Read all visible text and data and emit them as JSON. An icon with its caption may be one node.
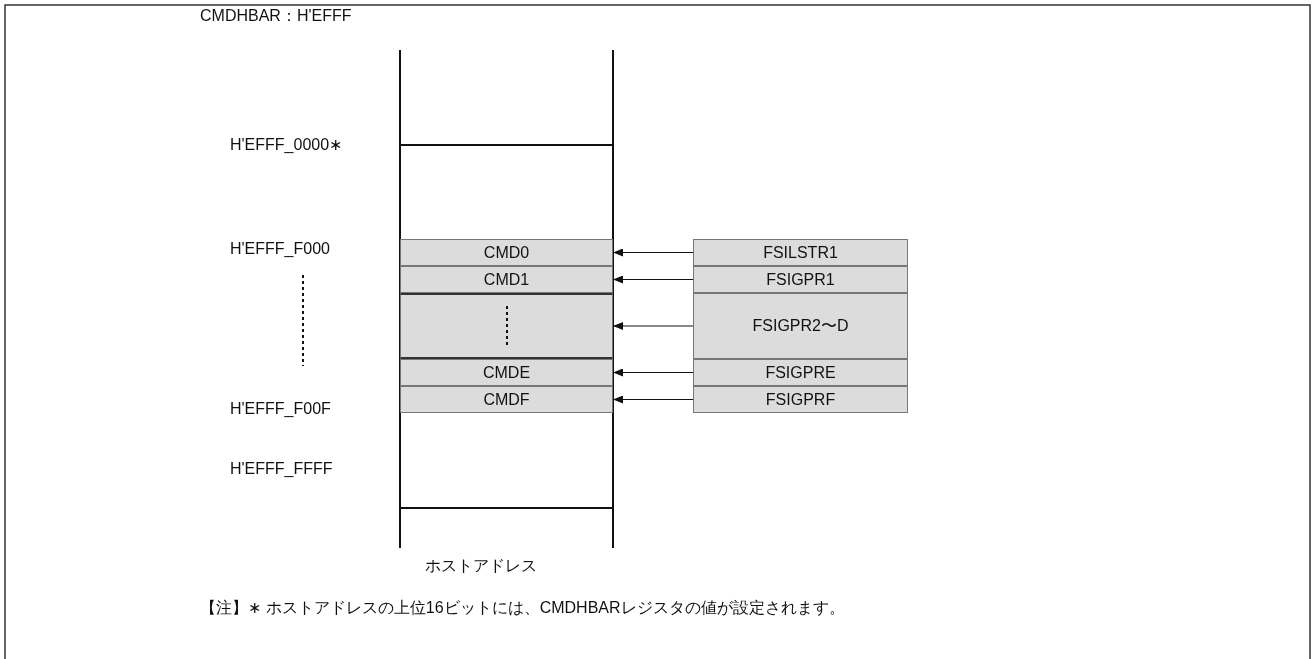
{
  "diagram": {
    "nodes": [
      {
        "text": [
          "CMD0"
        ]
      },
      {
        "text": [
          "CMD1"
        ]
      },
      {
        "text": [],
        "shape": "box"
      },
      {
        "text": [
          "CMDE"
        ]
      },
      {
        "text": [
          "CMDF"
        ]
      },
      {
        "text": [
          "FSILSTR1"
        ]
      },
      {
        "text": [
          "FSIGPR1"
        ]
      },
      {
        "text": [
          "FSIGPR2〜D"
        ]
      },
      {
        "text": [
          "FSIGPRE"
        ]
      },
      {
        "text": [
          "FSIGPRF"
        ]
      }
    ],
    "edges": [
      {
        "from": 5,
        "to": 0,
        "arrow": "to"
      },
      {
        "from": 6,
        "to": 1,
        "arrow": "to"
      },
      {
        "from": 7,
        "to": 2,
        "arrow": "to"
      },
      {
        "from": 8,
        "to": 3,
        "arrow": "to"
      },
      {
        "from": 9,
        "to": 4,
        "arrow": "to"
      }
    ],
    "labels": [
      "CMDHBAR：H'EFFF",
      "H'EFFF_0000∗",
      "H'EFFF_F000",
      "H'EFFF_F00F",
      "H'EFFF_FFFF",
      "ホストアドレス",
      "【注】∗ ホストアドレスの上位16ビットには、CMDHBARレジスタの値が設定されます。"
    ]
  }
}
